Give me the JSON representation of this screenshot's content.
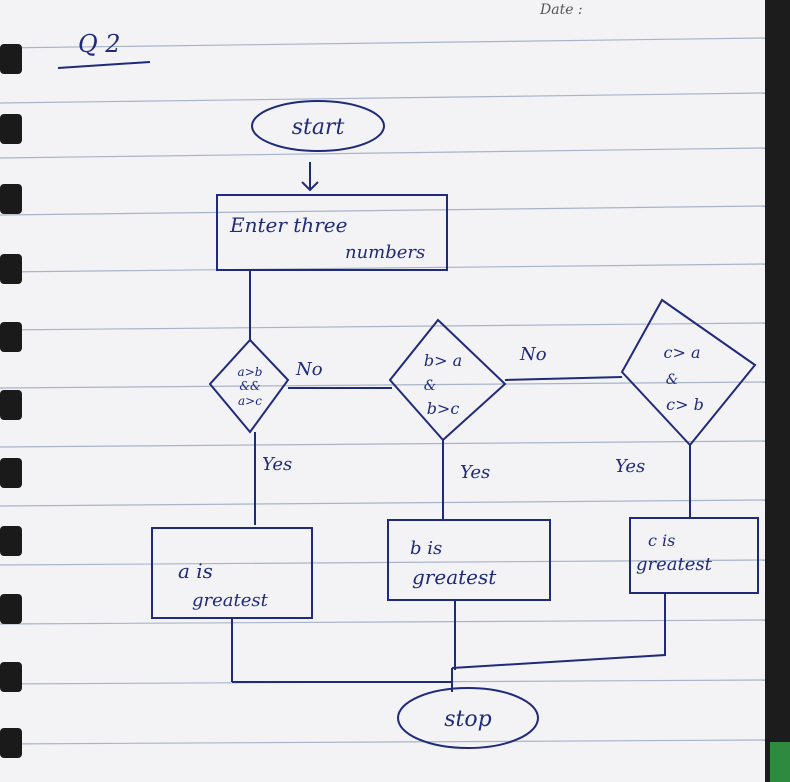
{
  "page": {
    "date_label": "Date :",
    "question_label": "Q 2"
  },
  "flowchart": {
    "start": "start",
    "input_line1": "Enter three",
    "input_line2": "numbers",
    "decision1_line1": "a>b",
    "decision1_line2": "&&",
    "decision1_line3": "a>c",
    "decision2_line1": "b> a",
    "decision2_line2": "&",
    "decision2_line3": "b>c",
    "decision3_line1": "c> a",
    "decision3_line2": "&",
    "decision3_line3": "c> b",
    "no_label_1": "No",
    "no_label_2": "No",
    "yes_label_1": "Yes",
    "yes_label_2": "Yes",
    "yes_label_3": "Yes",
    "output1_line1": "a is",
    "output1_line2": "greatest",
    "output2_line1": "b is",
    "output2_line2": "greatest",
    "output3_line1": "c is",
    "output3_line2": "greatest",
    "stop": "stop"
  },
  "colors": {
    "ink": "#1f2a7a",
    "paper": "#f3f3f6",
    "rule_line": "#a9b4c8",
    "margin_line": "#e8a8b5",
    "spiral": "#1a1a1a"
  }
}
